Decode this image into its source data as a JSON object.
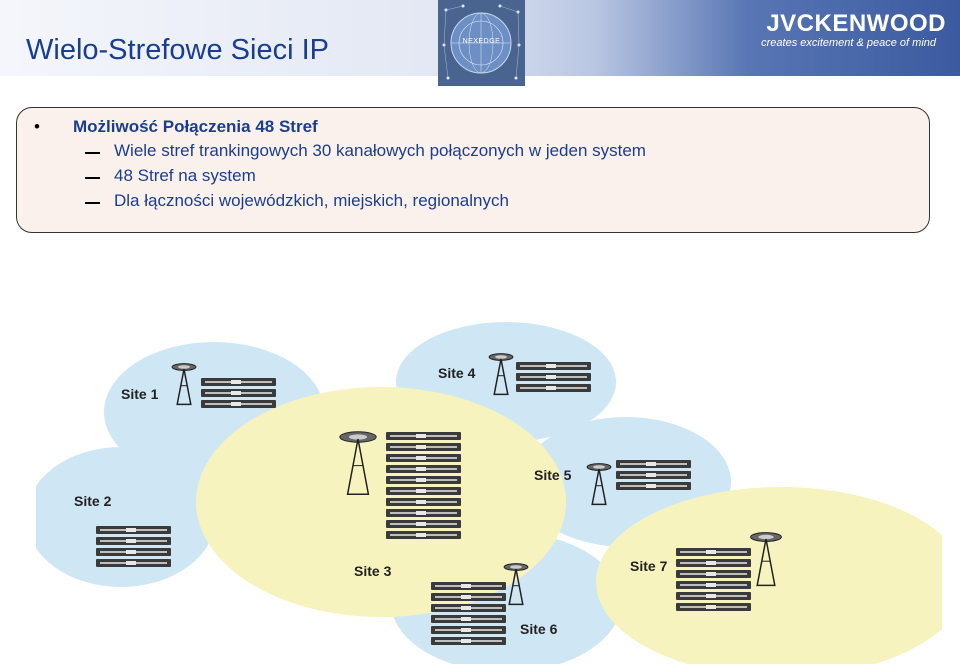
{
  "slide": {
    "title": "Wielo-Strefowe Sieci IP",
    "logo_text": "NEXEDGE",
    "brand": "JVCKENWOOD",
    "tagline": "creates excitement & peace of mind"
  },
  "bullets": {
    "main": "Możliwość Połączenia 48 Stref",
    "sub": [
      "Wiele stref trankingowych 30 kanałowych połączonych w jeden system",
      "48 Stref na system",
      "Dla łączności wojewódzkich, miejskich, regionalnych"
    ]
  },
  "diagram": {
    "sites": [
      {
        "label": "Site 1",
        "racks": 3
      },
      {
        "label": "Site 2",
        "racks": 4
      },
      {
        "label": "Site 3",
        "racks": 10
      },
      {
        "label": "Site 4",
        "racks": 3
      },
      {
        "label": "Site 5",
        "racks": 3
      },
      {
        "label": "Site 6",
        "racks": 6
      },
      {
        "label": "Site 7",
        "racks": 6
      }
    ],
    "colors": {
      "blue_zone": "#cfe7f5",
      "yellow_zone": "#f6f3bf",
      "rack": "#3a3a3a"
    }
  }
}
